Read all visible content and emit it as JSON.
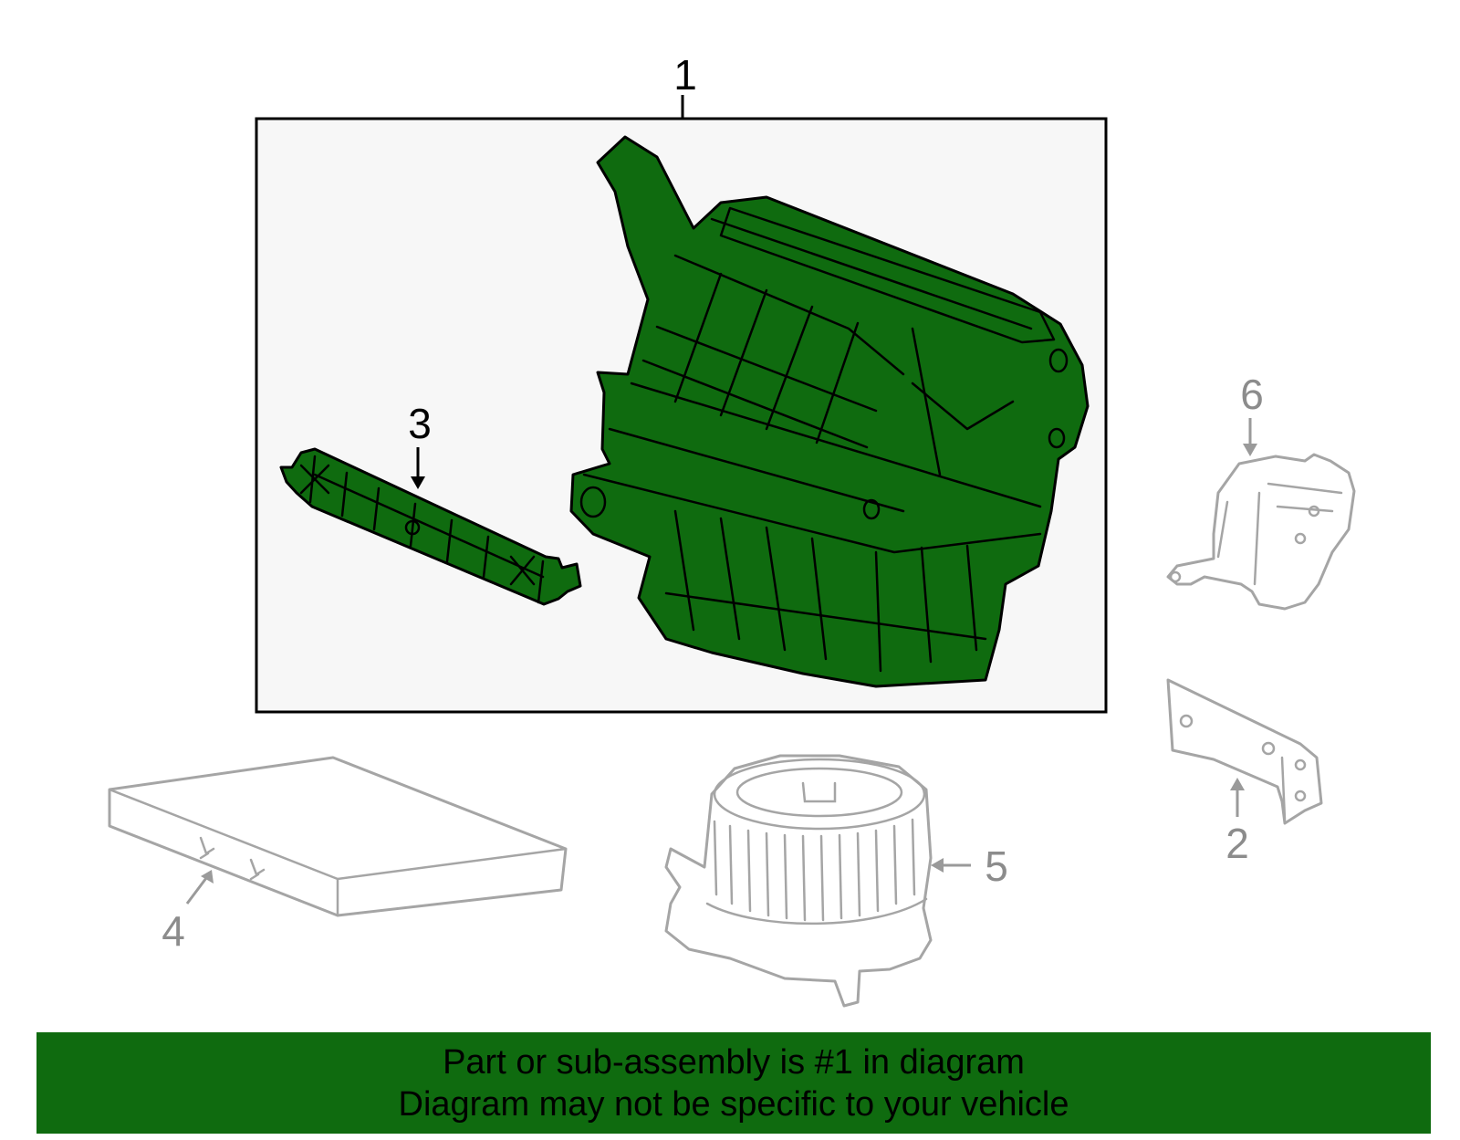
{
  "callouts": {
    "c1": "1",
    "c2": "2",
    "c3": "3",
    "c4": "4",
    "c5": "5",
    "c6": "6"
  },
  "banner": {
    "line1": "Part or sub-assembly is #1 in diagram",
    "line2": "Diagram may not be specific to your vehicle"
  },
  "colors": {
    "highlight": "#0f6b0f",
    "outline": "#000000",
    "inactive": "#a5a5a5",
    "background": "#ffffff",
    "box_fill": "#f7f7f7"
  },
  "parts": [
    {
      "ref": "1",
      "name": "heater-unit-assembly",
      "highlighted": true
    },
    {
      "ref": "2",
      "name": "bracket",
      "highlighted": false
    },
    {
      "ref": "3",
      "name": "cover",
      "highlighted": true
    },
    {
      "ref": "4",
      "name": "cabin-air-filter",
      "highlighted": false
    },
    {
      "ref": "5",
      "name": "blower-motor",
      "highlighted": false
    },
    {
      "ref": "6",
      "name": "control-module",
      "highlighted": false
    }
  ]
}
